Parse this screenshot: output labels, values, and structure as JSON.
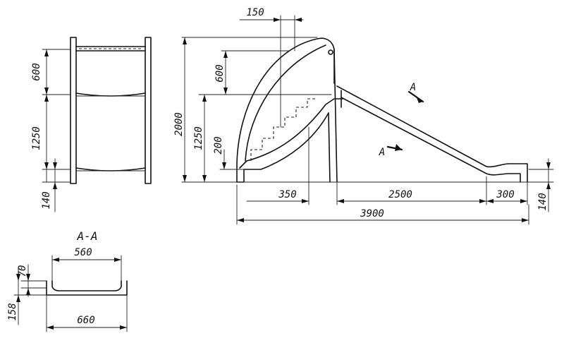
{
  "front_view": {
    "dims": {
      "top": "600",
      "middle": "1250",
      "bottom": "140"
    }
  },
  "side_view": {
    "dims": {
      "platform_offset": "150",
      "total_height": "2000",
      "rail_height": "600",
      "platform_height": "1250",
      "step_height": "200",
      "ladder_depth": "350",
      "slide_run": "2500",
      "exit_length": "300",
      "total_length": "3900",
      "exit_height": "140"
    },
    "section_marks": {
      "upper": "A",
      "lower": "A"
    }
  },
  "section": {
    "title": "A-A",
    "dims": {
      "inner_width": "560",
      "outer_width": "660",
      "wall_height": "70",
      "total_height": "158"
    }
  }
}
